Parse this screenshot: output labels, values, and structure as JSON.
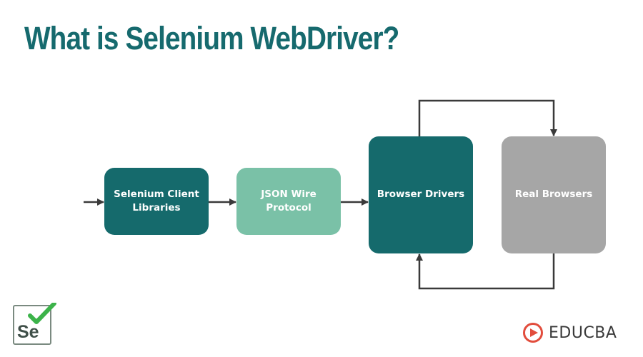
{
  "title": "What is Selenium WebDriver?",
  "nodes": {
    "client": "Selenium Client Libraries",
    "json": "JSON Wire Protocol",
    "drivers": "Browser Drivers",
    "real": "Real Browsers"
  },
  "logo": {
    "selenium_text": "Se",
    "brand_text": "EDUCBA"
  },
  "colors": {
    "title": "#166a6e",
    "dark_teal": "#156a6c",
    "light_teal": "#7ac1a7",
    "gray": "#a6a6a6",
    "arrow": "#3a3a3a",
    "check_green": "#3cb34a",
    "educba_red": "#e24d3d"
  }
}
